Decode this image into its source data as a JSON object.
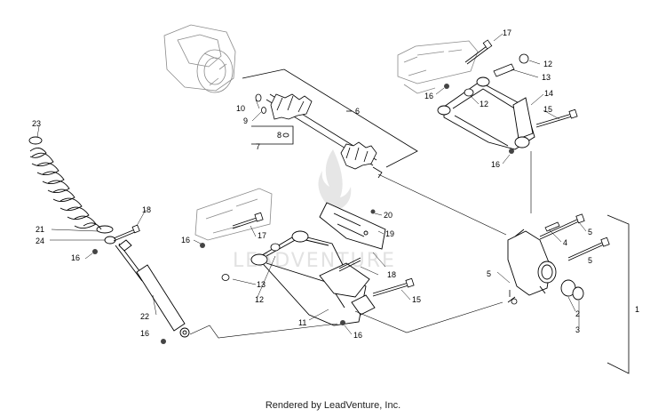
{
  "footer": {
    "text": "Rendered by LeadVenture, Inc."
  },
  "watermark": {
    "text": "LEADVENTURE"
  },
  "callouts": [
    "23",
    "21",
    "24",
    "16",
    "18",
    "22",
    "16",
    "10",
    "9",
    "8",
    "7",
    "6",
    "16",
    "17",
    "13",
    "12",
    "20",
    "19",
    "18",
    "15",
    "11",
    "16",
    "17",
    "12",
    "13",
    "16",
    "12",
    "14",
    "15",
    "16",
    "5",
    "4",
    "5",
    "5",
    "2",
    "3",
    "1"
  ],
  "colors": {
    "line": "#000000",
    "ghost_part": "#8a8a8a",
    "watermark": "#e2e2e2"
  }
}
